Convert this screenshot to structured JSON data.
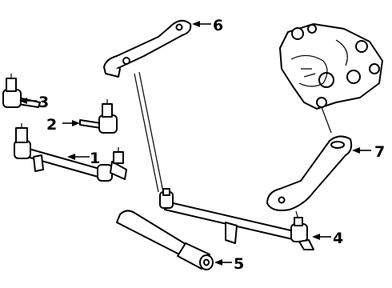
{
  "callouts": [
    {
      "id": "1",
      "label": "1",
      "part": "tie-rod"
    },
    {
      "id": "2",
      "label": "2",
      "part": "inner-tie-rod-end"
    },
    {
      "id": "3",
      "label": "3",
      "part": "outer-tie-rod-end"
    },
    {
      "id": "4",
      "label": "4",
      "part": "relay-rod"
    },
    {
      "id": "5",
      "label": "5",
      "part": "steering-damper"
    },
    {
      "id": "6",
      "label": "6",
      "part": "idler-arm"
    },
    {
      "id": "7",
      "label": "7",
      "part": "pitman-arm"
    }
  ],
  "colors": {
    "line": "#000000",
    "fill": "#ffffff"
  }
}
